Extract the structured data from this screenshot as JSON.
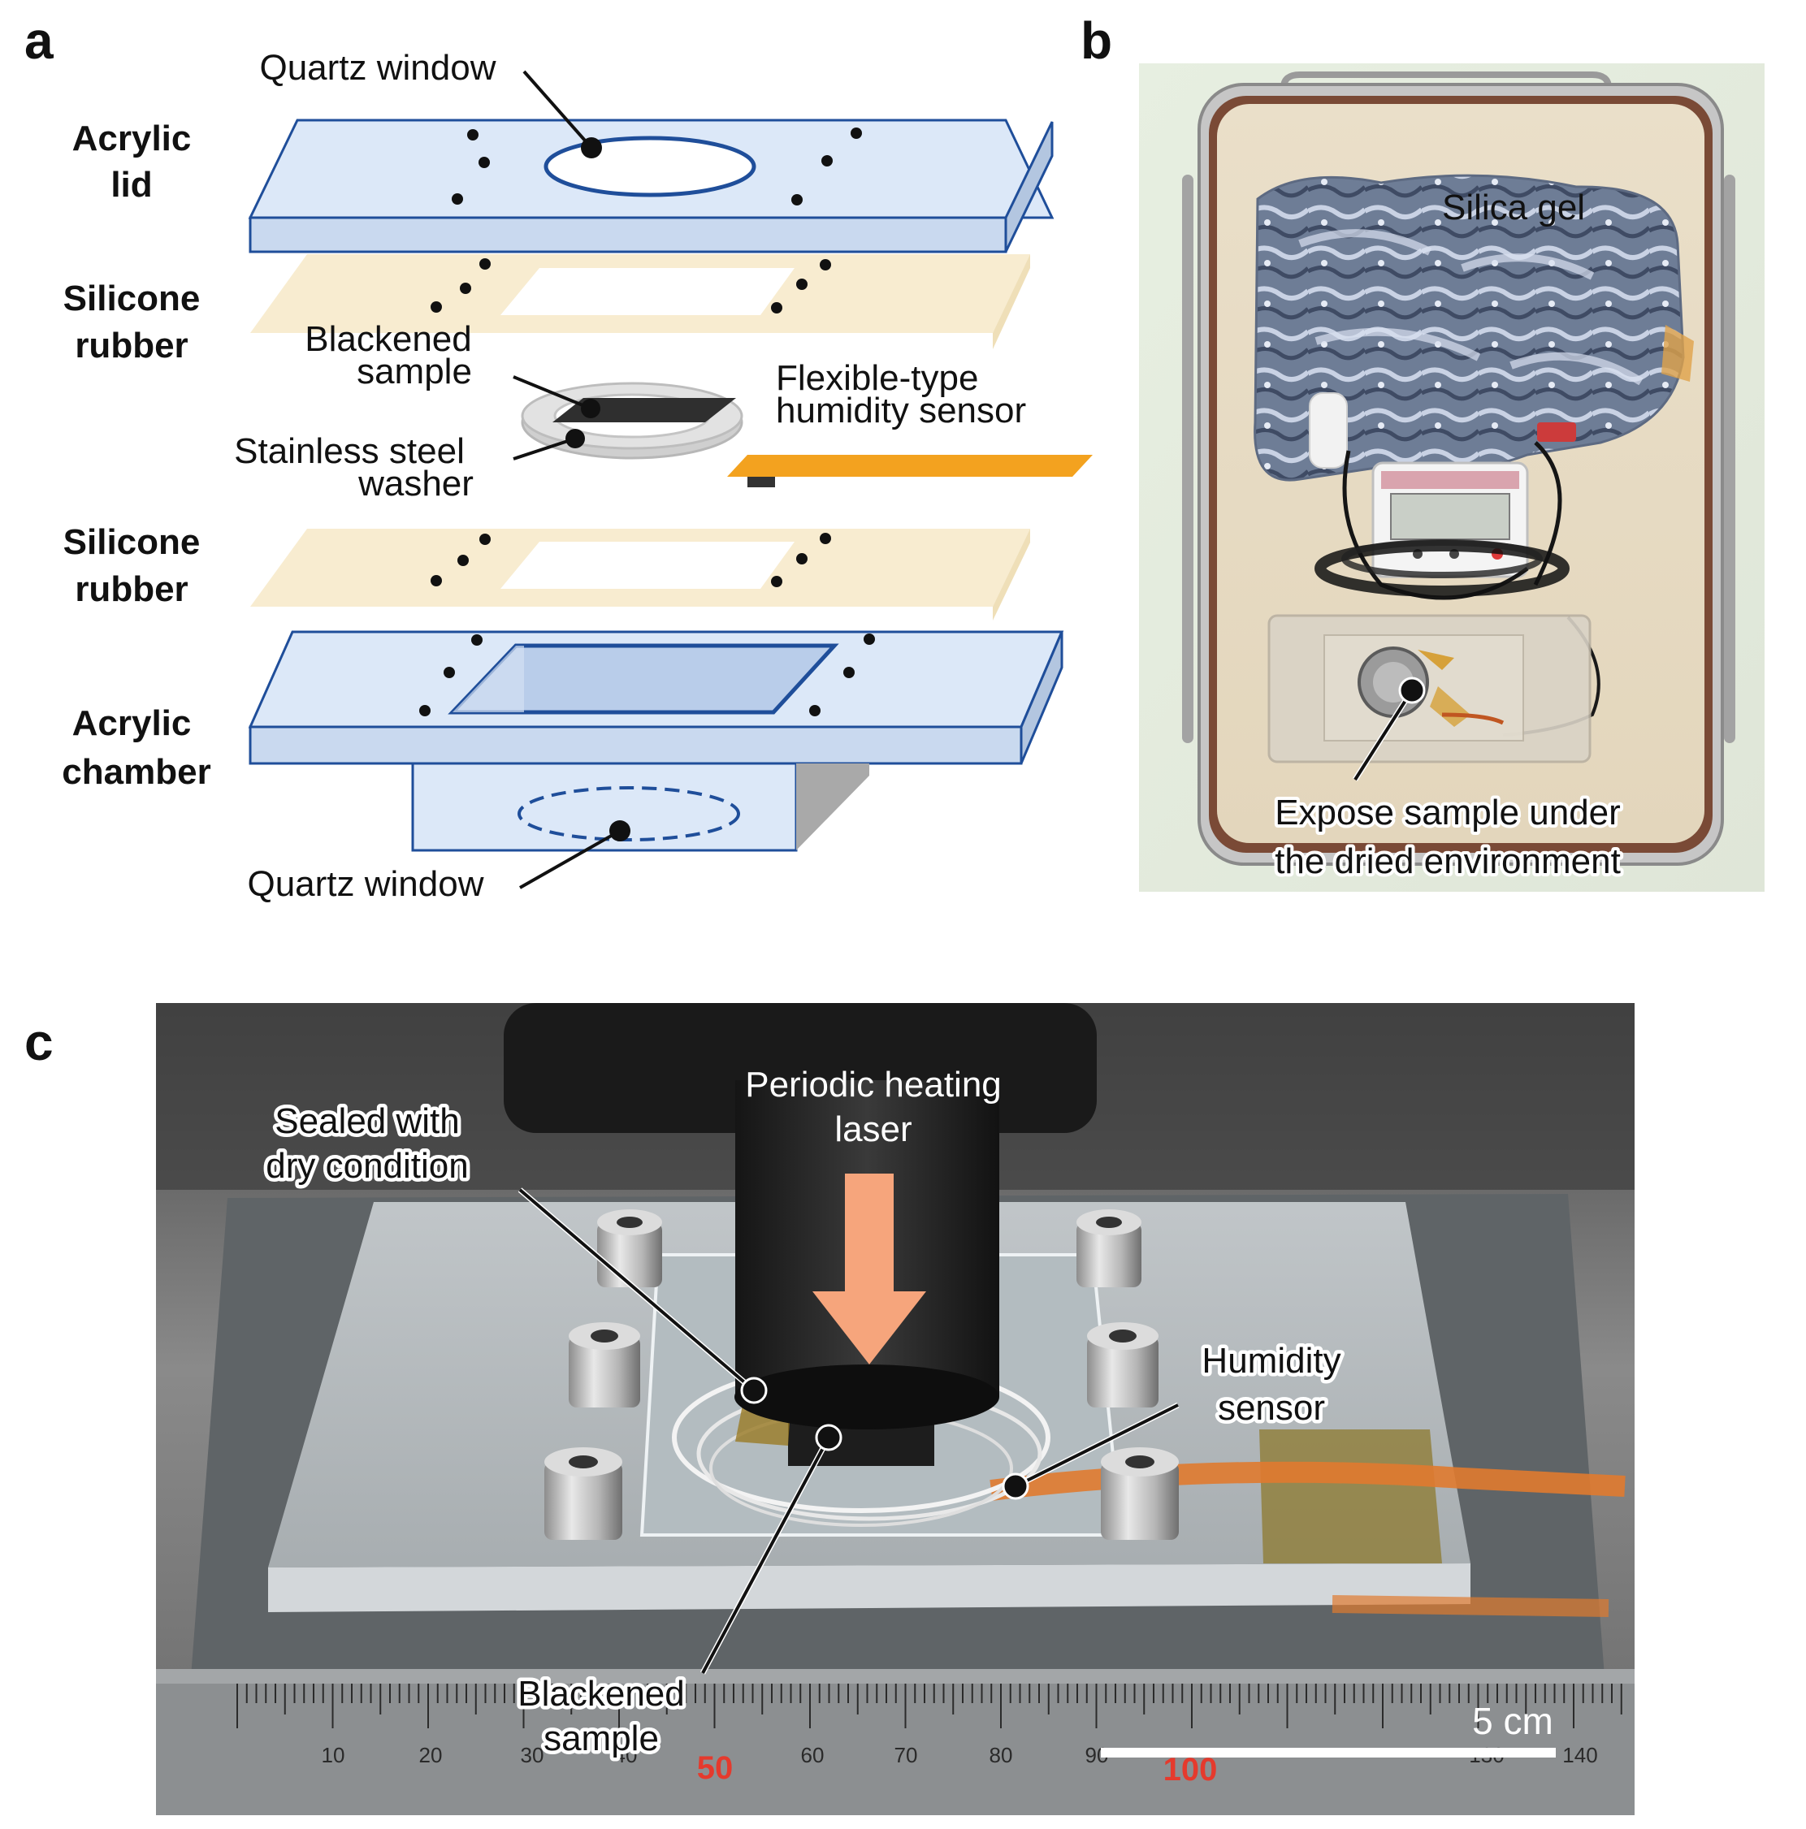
{
  "panels": {
    "a": {
      "letter": "a",
      "labels": {
        "acrylic_lid_1": "Acrylic",
        "acrylic_lid_2": "lid",
        "silicone_top_1": "Silicone",
        "silicone_top_2": "rubber",
        "silicone_bottom_1": "Silicone",
        "silicone_bottom_2": "rubber",
        "acrylic_chamber_1": "Acrylic",
        "acrylic_chamber_2": "chamber",
        "quartz_window_top": "Quartz window",
        "quartz_window_bottom": "Quartz window",
        "blackened_sample_1": "Blackened",
        "blackened_sample_2": "sample",
        "stainless_1": "Stainless steel",
        "stainless_2": "washer",
        "humidity_sensor_1": "Flexible-type",
        "humidity_sensor_2": "humidity sensor"
      }
    },
    "b": {
      "letter": "b",
      "labels": {
        "silica_gel": "Silica gel",
        "expose_1": "Expose sample under",
        "expose_2": "the dried environment"
      }
    },
    "c": {
      "letter": "c",
      "labels": {
        "laser_1": "Periodic heating",
        "laser_2": "laser",
        "sealed_1": "Sealed with",
        "sealed_2": "dry condition",
        "humidity_1": "Humidity",
        "humidity_2": "sensor",
        "blackened_1": "Blackened",
        "blackened_2": "sample",
        "scale_bar": "5 cm"
      },
      "ruler": {
        "ticks": [
          "10",
          "20",
          "30",
          "40",
          "60",
          "70",
          "80",
          "90",
          "130",
          "140"
        ],
        "red_marks": [
          "50",
          "100"
        ]
      }
    }
  },
  "colors": {
    "acrylic_blue": "#dce8f8",
    "acrylic_edge": "#1f4e9a",
    "silicone": "#f8ecd0",
    "sensor_orange": "#f3a21f",
    "laser_arrow": "#f6a57c"
  }
}
